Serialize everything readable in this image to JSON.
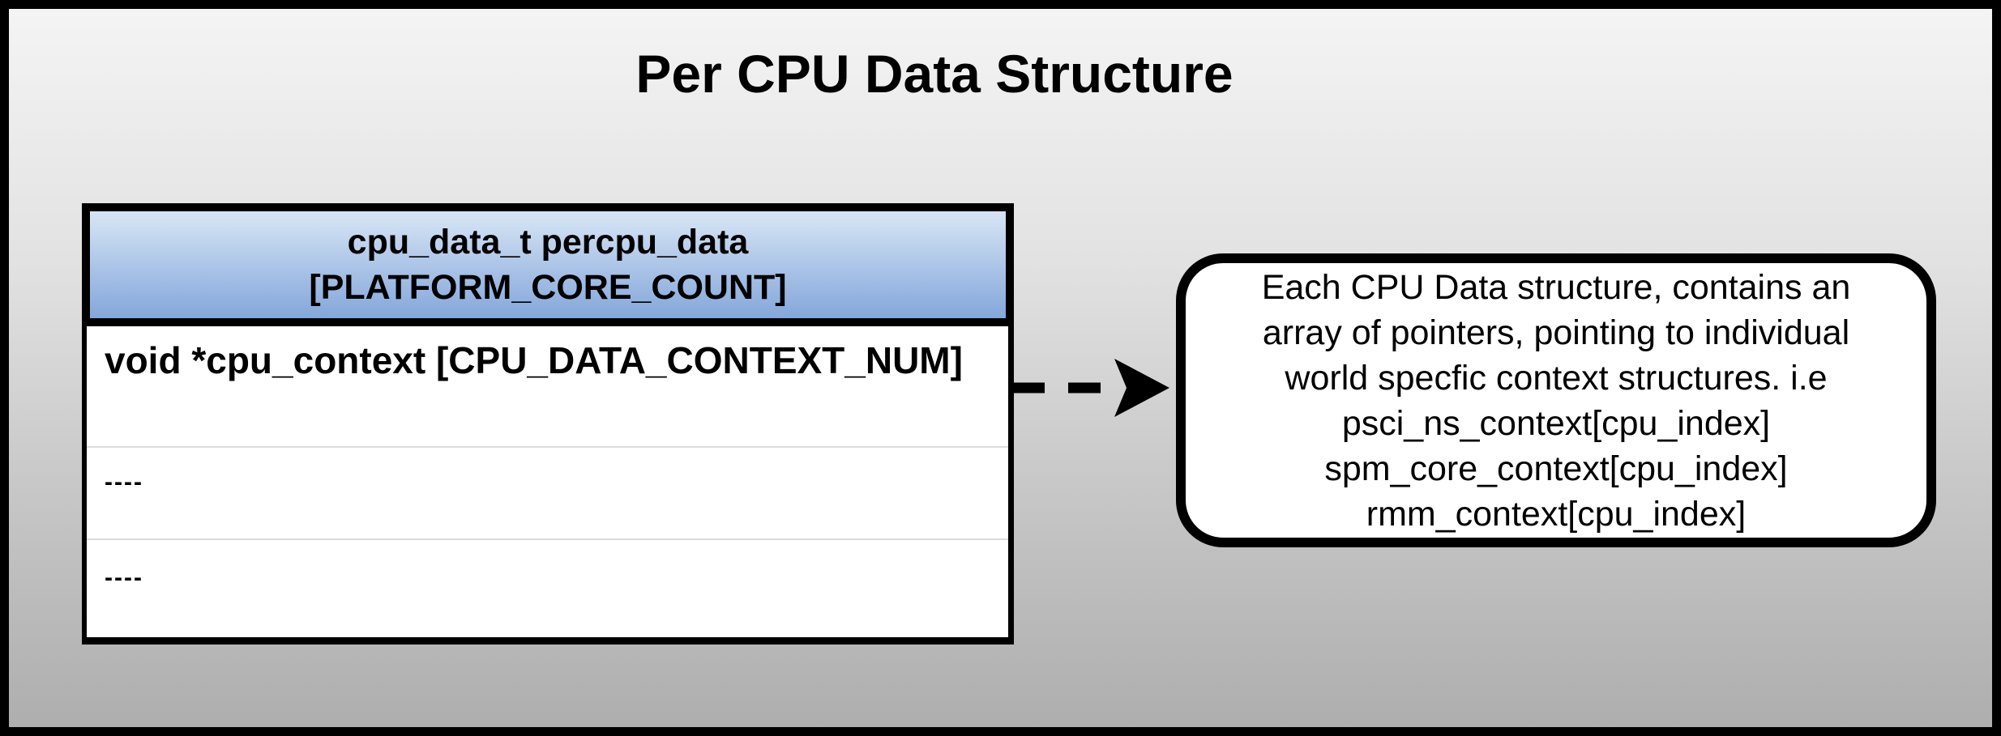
{
  "title": "Per CPU Data Structure",
  "table": {
    "header": {
      "line1": "cpu_data_t percpu_data",
      "line2": "[PLATFORM_CORE_COUNT]"
    },
    "rows": [
      {
        "text": "void *cpu_context [CPU_DATA_CONTEXT_NUM]"
      },
      {
        "text": "----"
      },
      {
        "text": "----"
      }
    ]
  },
  "arrow": {
    "style": "dashed",
    "direction": "right",
    "color": "#000000"
  },
  "annotation": {
    "lines": [
      "Each CPU Data structure, contains an",
      "array of pointers, pointing to individual",
      "world specfic context structures. i.e",
      "psci_ns_context[cpu_index]",
      "spm_core_context[cpu_index]",
      "rmm_context[cpu_index]"
    ]
  },
  "colors": {
    "frame_border": "#000000",
    "background_top": "#f4f4f4",
    "background_bottom": "#aeaeae",
    "header_gradient_top": "#cedff2",
    "header_gradient_bottom": "#84a7db",
    "row_divider": "#dcdcdc",
    "box_background": "#ffffff",
    "text": "#000000"
  }
}
